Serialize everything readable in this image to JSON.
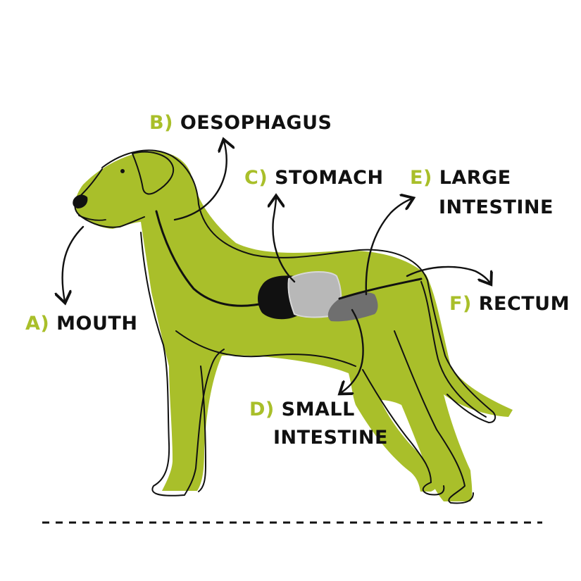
{
  "colors": {
    "dog_fill": "#a9bf2a",
    "outline": "#111111",
    "letter": "#a9bf2a",
    "stomach_dark": "#111111",
    "small_intestine": "#b8b8b8",
    "large_intestine": "#6f6f6f"
  },
  "labels": {
    "mouth": {
      "letter": "A)",
      "text": "MOUTH"
    },
    "oesophagus": {
      "letter": "B)",
      "text": "OESOPHAGUS"
    },
    "stomach": {
      "letter": "C)",
      "text": "STOMACH"
    },
    "small_intestine": {
      "letter": "D)",
      "line1": "SMALL",
      "line2": "INTESTINE"
    },
    "large_intestine": {
      "letter": "E)",
      "line1": "LARGE",
      "line2": "INTESTINE"
    },
    "rectum": {
      "letter": "F)",
      "text": "RECTUM"
    }
  }
}
